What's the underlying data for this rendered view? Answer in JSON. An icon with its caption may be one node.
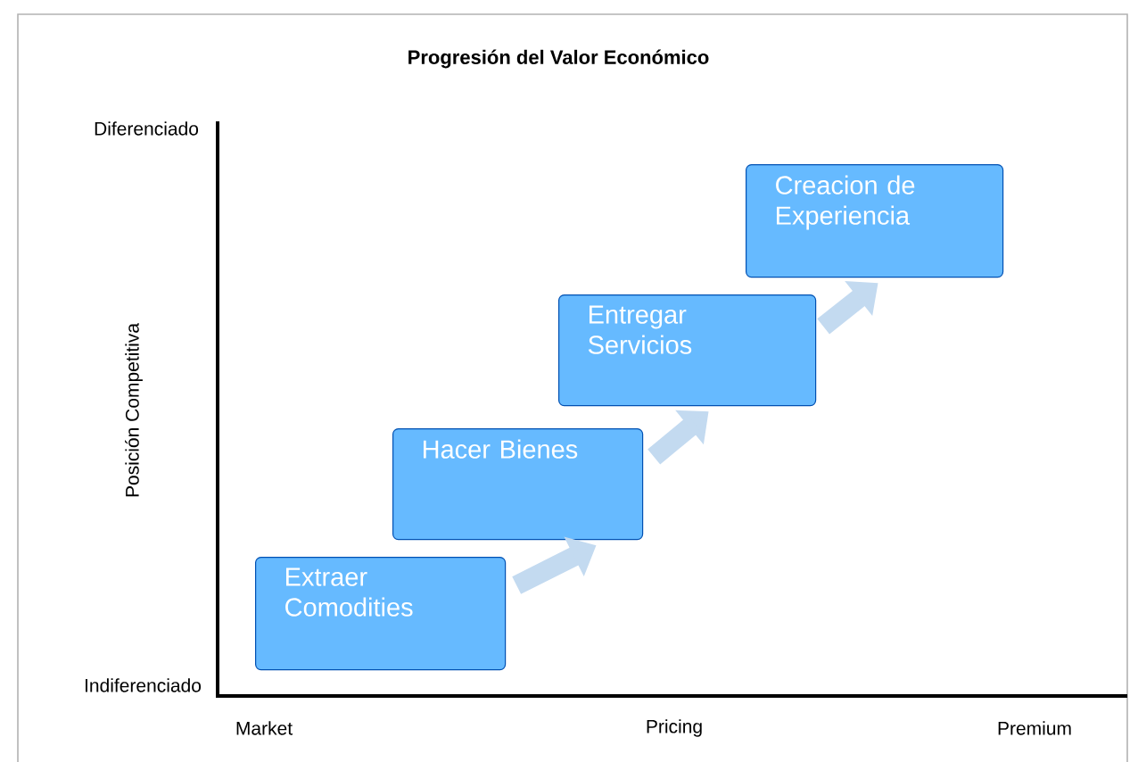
{
  "diagram": {
    "title": "Progresión del Valor Económico",
    "nodes": [
      {
        "text": [
          "Extraer Comodities"
        ]
      },
      {
        "text": [
          "Hacer Bienes"
        ]
      },
      {
        "text": [
          "Entregar Servicios"
        ]
      },
      {
        "text": [
          "Creacion de Experiencia"
        ]
      }
    ],
    "edges": [
      {
        "from": 0,
        "to": 1,
        "arrow": "to"
      },
      {
        "from": 1,
        "to": 2,
        "arrow": "to"
      },
      {
        "from": 2,
        "to": 3,
        "arrow": "to"
      }
    ],
    "labels": [
      "Diferenciado",
      "Posición Competitiva",
      "Indiferenciado",
      "Market",
      "Pricing",
      "Premium"
    ]
  }
}
